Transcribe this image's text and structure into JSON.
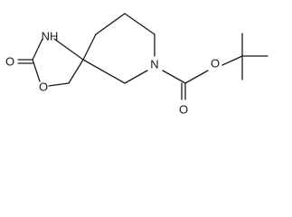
{
  "molecule": {
    "atom_labels": {
      "nh": "NH",
      "carbonyl_o": "O",
      "ring_o": "O",
      "ring_n": "N",
      "ester_carbonyl_o": "O",
      "ester_o": "O"
    }
  }
}
